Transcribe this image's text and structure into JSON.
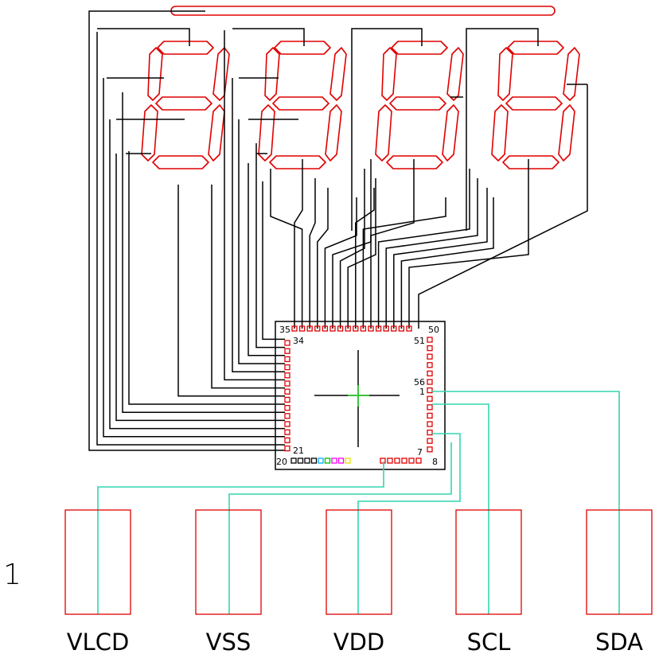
{
  "diagram": {
    "index_label": "1",
    "chip": {
      "pin_labels": {
        "p35": "35",
        "p50": "50",
        "p34": "34",
        "p51": "51",
        "p56": "56",
        "p1": "1",
        "p7": "7",
        "p21": "21",
        "p20": "20",
        "p8": "8"
      },
      "legend_colors": [
        "#000000",
        "#000000",
        "#000000",
        "#000000",
        "#00b0ff",
        "#00c000",
        "#ff00ff",
        "#ff00ff",
        "#e0e000"
      ]
    },
    "terminals": [
      {
        "label": "VLCD"
      },
      {
        "label": "VSS"
      },
      {
        "label": "VDD"
      },
      {
        "label": "SCL"
      },
      {
        "label": "SDA"
      }
    ],
    "colors": {
      "segment": "#e00000",
      "wire": "#000000",
      "bus": "#33d6b0",
      "crosshair": "#33cc33"
    }
  }
}
